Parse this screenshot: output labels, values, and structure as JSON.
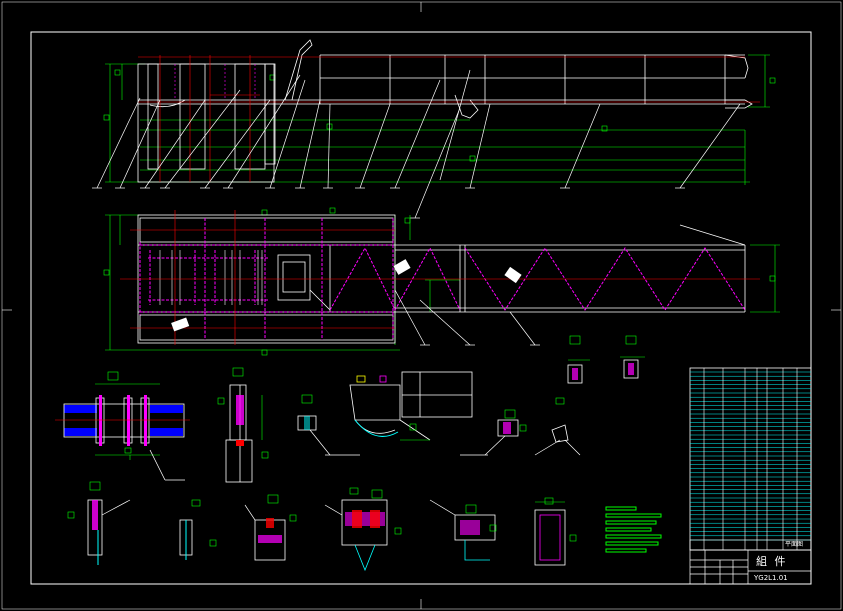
{
  "drawing": {
    "background": "#000000",
    "colors": {
      "frame": "#ffffff",
      "outline": "#ffffff",
      "dimension": "#00ff00",
      "centerline": "#ff0000",
      "hidden": "#ff00ff",
      "section": "#00ffff",
      "hatch": "#0000ff",
      "accent": "#ffff00"
    }
  },
  "title_block": {
    "name": "組 件",
    "drawing_no": "YG2L1.01",
    "small_label": "平面图"
  }
}
